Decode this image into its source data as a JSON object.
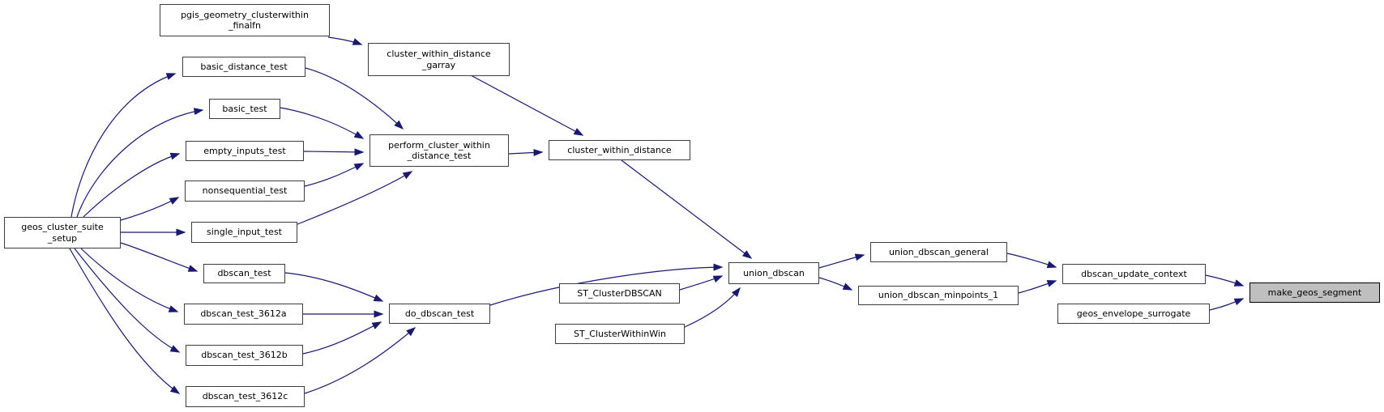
{
  "diagram": {
    "type": "call-graph",
    "edge_color": "#191970",
    "node_border_color": "#3d3d3d",
    "node_fill_color": "#ffffff",
    "highlighted_node_fill_color": "#bfbfbf",
    "nodes": [
      {
        "id": "pgis_geometry_clusterwithin_finalfn",
        "label": "pgis_geometry_clusterwithin\n_finalfn"
      },
      {
        "id": "basic_distance_test",
        "label": "basic_distance_test"
      },
      {
        "id": "cluster_within_distance_garray",
        "label": "cluster_within_distance\n_garray"
      },
      {
        "id": "basic_test",
        "label": "basic_test"
      },
      {
        "id": "empty_inputs_test",
        "label": "empty_inputs_test"
      },
      {
        "id": "perform_cluster_within_distance_test",
        "label": "perform_cluster_within\n_distance_test"
      },
      {
        "id": "nonsequential_test",
        "label": "nonsequential_test"
      },
      {
        "id": "geos_cluster_suite_setup",
        "label": "geos_cluster_suite\n_setup"
      },
      {
        "id": "single_input_test",
        "label": "single_input_test"
      },
      {
        "id": "cluster_within_distance",
        "label": "cluster_within_distance"
      },
      {
        "id": "dbscan_test",
        "label": "dbscan_test"
      },
      {
        "id": "dbscan_test_3612a",
        "label": "dbscan_test_3612a"
      },
      {
        "id": "dbscan_test_3612b",
        "label": "dbscan_test_3612b"
      },
      {
        "id": "dbscan_test_3612c",
        "label": "dbscan_test_3612c"
      },
      {
        "id": "do_dbscan_test",
        "label": "do_dbscan_test"
      },
      {
        "id": "ST_ClusterDBSCAN",
        "label": "ST_ClusterDBSCAN"
      },
      {
        "id": "ST_ClusterWithinWin",
        "label": "ST_ClusterWithinWin"
      },
      {
        "id": "union_dbscan",
        "label": "union_dbscan"
      },
      {
        "id": "union_dbscan_general",
        "label": "union_dbscan_general"
      },
      {
        "id": "union_dbscan_minpoints_1",
        "label": "union_dbscan_minpoints_1"
      },
      {
        "id": "dbscan_update_context",
        "label": "dbscan_update_context"
      },
      {
        "id": "geos_envelope_surrogate",
        "label": "geos_envelope_surrogate"
      },
      {
        "id": "make_geos_segment",
        "label": "make_geos_segment"
      }
    ],
    "edges": [
      {
        "from": "geos_cluster_suite_setup",
        "to": "basic_distance_test"
      },
      {
        "from": "geos_cluster_suite_setup",
        "to": "basic_test"
      },
      {
        "from": "geos_cluster_suite_setup",
        "to": "empty_inputs_test"
      },
      {
        "from": "geos_cluster_suite_setup",
        "to": "nonsequential_test"
      },
      {
        "from": "geos_cluster_suite_setup",
        "to": "single_input_test"
      },
      {
        "from": "geos_cluster_suite_setup",
        "to": "dbscan_test"
      },
      {
        "from": "geos_cluster_suite_setup",
        "to": "dbscan_test_3612a"
      },
      {
        "from": "geos_cluster_suite_setup",
        "to": "dbscan_test_3612b"
      },
      {
        "from": "geos_cluster_suite_setup",
        "to": "dbscan_test_3612c"
      },
      {
        "from": "pgis_geometry_clusterwithin_finalfn",
        "to": "cluster_within_distance_garray"
      },
      {
        "from": "basic_distance_test",
        "to": "perform_cluster_within_distance_test"
      },
      {
        "from": "basic_test",
        "to": "perform_cluster_within_distance_test"
      },
      {
        "from": "empty_inputs_test",
        "to": "perform_cluster_within_distance_test"
      },
      {
        "from": "nonsequential_test",
        "to": "perform_cluster_within_distance_test"
      },
      {
        "from": "single_input_test",
        "to": "perform_cluster_within_distance_test"
      },
      {
        "from": "cluster_within_distance_garray",
        "to": "cluster_within_distance"
      },
      {
        "from": "perform_cluster_within_distance_test",
        "to": "cluster_within_distance"
      },
      {
        "from": "cluster_within_distance",
        "to": "union_dbscan"
      },
      {
        "from": "dbscan_test",
        "to": "do_dbscan_test"
      },
      {
        "from": "dbscan_test_3612a",
        "to": "do_dbscan_test"
      },
      {
        "from": "dbscan_test_3612b",
        "to": "do_dbscan_test"
      },
      {
        "from": "dbscan_test_3612c",
        "to": "do_dbscan_test"
      },
      {
        "from": "do_dbscan_test",
        "to": "union_dbscan"
      },
      {
        "from": "ST_ClusterDBSCAN",
        "to": "union_dbscan"
      },
      {
        "from": "ST_ClusterWithinWin",
        "to": "union_dbscan"
      },
      {
        "from": "union_dbscan",
        "to": "union_dbscan_general"
      },
      {
        "from": "union_dbscan",
        "to": "union_dbscan_minpoints_1"
      },
      {
        "from": "union_dbscan_general",
        "to": "dbscan_update_context"
      },
      {
        "from": "union_dbscan_minpoints_1",
        "to": "dbscan_update_context"
      },
      {
        "from": "dbscan_update_context",
        "to": "make_geos_segment"
      },
      {
        "from": "geos_envelope_surrogate",
        "to": "make_geos_segment"
      }
    ]
  }
}
